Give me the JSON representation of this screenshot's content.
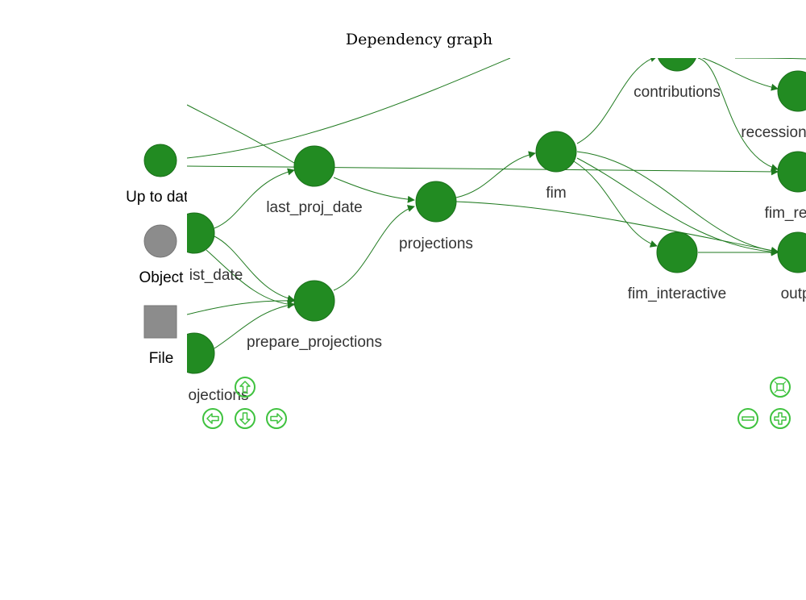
{
  "title": "Dependency graph",
  "legend": {
    "items": [
      {
        "label": "Up to date",
        "shape": "circle",
        "color": "#228B22"
      },
      {
        "label": "Object",
        "shape": "circle",
        "color": "#8c8c8c"
      },
      {
        "label": "File",
        "shape": "square",
        "color": "#8c8c8c"
      }
    ]
  },
  "nodes": [
    {
      "id": "last_proj_date",
      "label": "last_proj_date"
    },
    {
      "id": "ist_date",
      "label": "ist_date"
    },
    {
      "id": "prepare_projections",
      "label": "prepare_projections"
    },
    {
      "id": "ojections",
      "label": "ojections"
    },
    {
      "id": "projections",
      "label": "projections"
    },
    {
      "id": "fim",
      "label": "fim"
    },
    {
      "id": "contributions",
      "label": "contributions"
    },
    {
      "id": "recession",
      "label": "recession"
    },
    {
      "id": "fim_interactive",
      "label": "fim_interactive"
    },
    {
      "id": "fim_re",
      "label": "fim_re"
    },
    {
      "id": "output",
      "label": "output"
    }
  ],
  "edges": [
    [
      "ist_date",
      "last_proj_date"
    ],
    [
      "ist_date",
      "prepare_projections"
    ],
    [
      "ojections",
      "prepare_projections"
    ],
    [
      "last_proj_date",
      "projections"
    ],
    [
      "prepare_projections",
      "projections"
    ],
    [
      "projections",
      "fim"
    ],
    [
      "fim",
      "contributions"
    ],
    [
      "fim",
      "fim_interactive"
    ],
    [
      "fim",
      "output"
    ],
    [
      "contributions",
      "recession"
    ],
    [
      "contributions",
      "fim_re"
    ],
    [
      "projections",
      "output"
    ],
    [
      "fim_interactive",
      "output"
    ]
  ],
  "colors": {
    "node": "#228B22",
    "edge": "#1f7a1f",
    "nav": "#3fc23f"
  },
  "nav": [
    "arrow-up-icon",
    "arrow-left-icon",
    "arrow-down-icon",
    "arrow-right-icon",
    "fit-icon",
    "zoom-out-icon",
    "zoom-in-icon"
  ]
}
